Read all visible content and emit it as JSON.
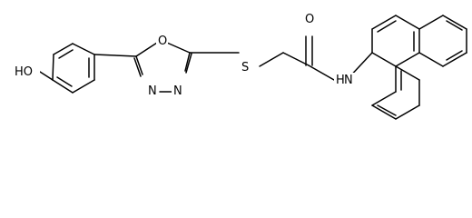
{
  "molecule": {
    "atom_labels": {
      "hydroxyl": "HO",
      "ring_oxygen": "O",
      "ring_nitrogen_left": "N",
      "ring_nitrogen_right": "N",
      "thioether_sulfur": "S",
      "carbonyl_oxygen": "O",
      "amide_nitrogen": "N",
      "amide_hydrogen": "H"
    },
    "colors": {
      "bond": "#000000",
      "label": "#000000",
      "background": "#ffffff"
    }
  }
}
